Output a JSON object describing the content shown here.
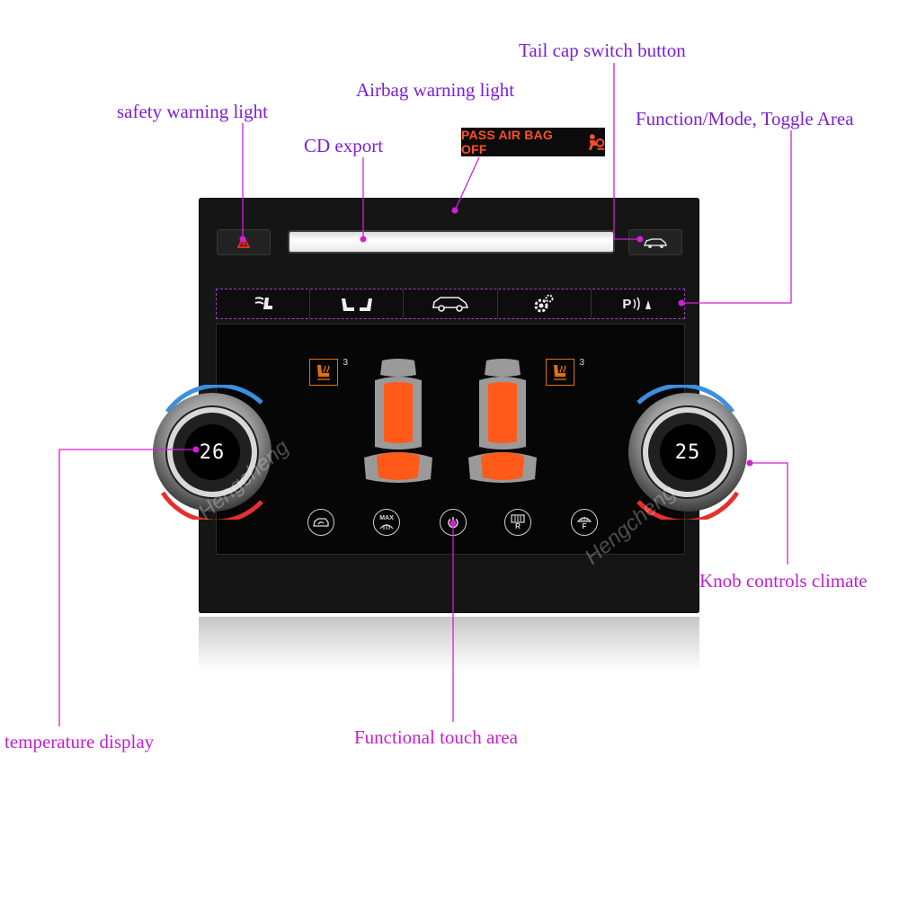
{
  "callouts": {
    "tail_cap": "Tail cap switch button",
    "airbag": "Airbag warning light",
    "safety": "safety warning light",
    "mode_area": "Function/Mode, Toggle Area",
    "cd_export": "CD export",
    "temperature": "temperature display",
    "knob": "Knob controls climate",
    "touch_area": "Functional touch area"
  },
  "airbag_indicator": {
    "text": "PASS AIR BAG OFF",
    "color": "#ff4f2a"
  },
  "mode_bar": {
    "items": [
      {
        "icon": "seat-ventilation-icon"
      },
      {
        "icon": "seats-icon"
      },
      {
        "icon": "car-icon"
      },
      {
        "icon": "settings-gear-icon"
      },
      {
        "icon": "parking-sensor-icon",
        "label": "P"
      }
    ]
  },
  "climate": {
    "left_temp": "26",
    "right_temp": "25",
    "left_seat_heat_level": "3",
    "right_seat_heat_level": "3"
  },
  "touch_buttons": [
    {
      "icon": "recirculation-icon"
    },
    {
      "icon": "max-defrost-icon",
      "label": "MAX"
    },
    {
      "icon": "power-icon"
    },
    {
      "icon": "rear-defrost-icon",
      "label": "R"
    },
    {
      "icon": "front-defrost-icon",
      "label": "F"
    }
  ],
  "watermark": "Hengcheng",
  "colors": {
    "callout_purple": "#7b1fd6",
    "leader_magenta": "#d41fd6",
    "seat_orange": "#ff5a1a",
    "seat_gray": "#9a9a9a",
    "heat_badge": "#e07010"
  }
}
